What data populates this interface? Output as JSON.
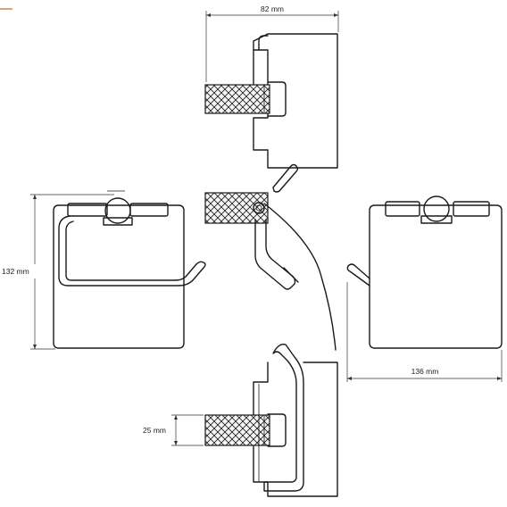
{
  "colors": {
    "line": "#1a1a1a",
    "accent": "#d9a07a",
    "background": "#ffffff"
  },
  "dimensions": {
    "depth": "82 mm",
    "height": "132 mm",
    "width": "136 mm",
    "knob_diameter": "25 mm"
  }
}
